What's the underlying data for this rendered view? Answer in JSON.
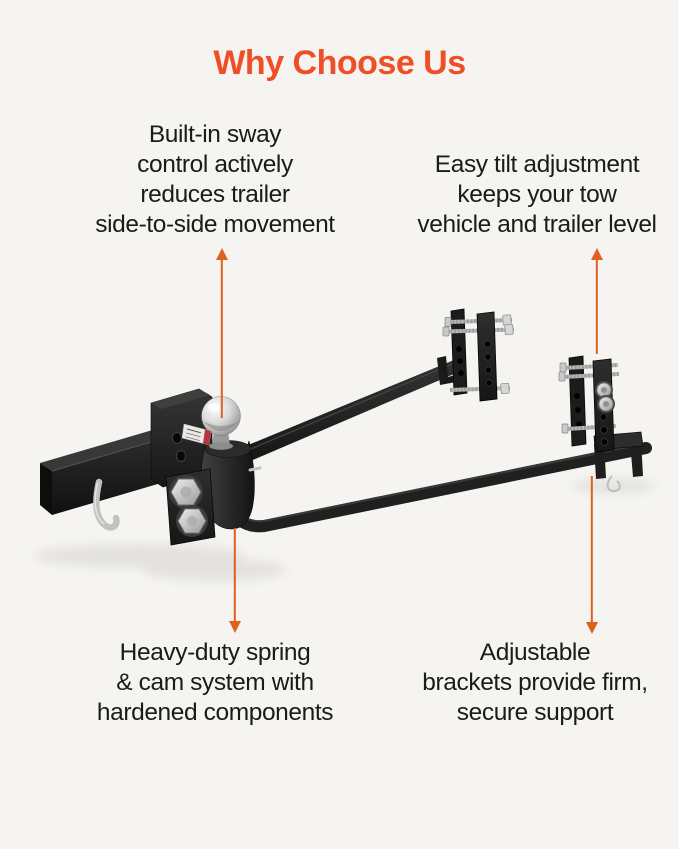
{
  "colors": {
    "background": "#f5f4f1",
    "accent": "#f04e26",
    "arrow": "#e0601f",
    "text": "#1b1b1b"
  },
  "title": {
    "text": "Why Choose Us"
  },
  "callouts": {
    "top_left": {
      "arrow": "up",
      "lines": [
        "Built-in sway",
        "control actively",
        "reduces trailer",
        "side-to-side movement"
      ]
    },
    "top_right": {
      "arrow": "up",
      "lines": [
        "Easy tilt adjustment",
        "keeps your tow",
        "vehicle and trailer level"
      ]
    },
    "bottom_left": {
      "arrow": "down",
      "lines": [
        "Heavy-duty spring",
        "& cam system with",
        "hardened components"
      ]
    },
    "bottom_right": {
      "arrow": "down",
      "lines": [
        "Adjustable",
        "brackets provide firm,",
        "secure support"
      ]
    }
  },
  "product": {
    "type": "weight-distribution-hitch-photo",
    "parts": [
      "shank-tube",
      "hitch-pin",
      "head-assembly",
      "hitch-ball",
      "spring-bar-upper",
      "spring-bar-lower",
      "bracket-left",
      "bracket-right",
      "lower-clamp",
      "warning-label"
    ]
  }
}
